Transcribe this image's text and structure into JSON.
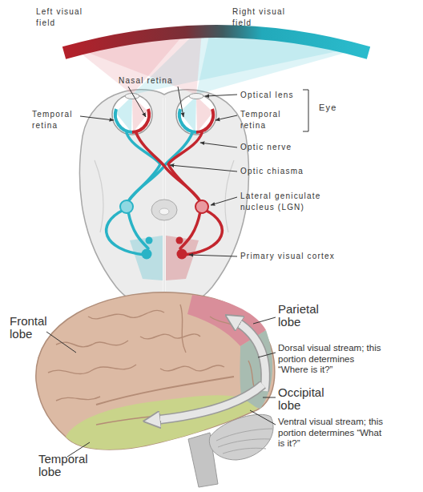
{
  "diagram": {
    "labels": [
      "Left visual field",
      "Right visual field",
      "Nasal retina",
      "Optical lens",
      "Temporal retina",
      "Temporal retina",
      "Eye",
      "Optic nerve",
      "Optic chiasma",
      "Lateral geniculate nucleus (LGN)",
      "Primary visual cortex",
      "Parietal lobe",
      "Frontal lobe",
      "Dorsal visual stream; this portion determines “Where is it?”",
      "Occipital lobe",
      "Ventral visual stream; this portion determines “What is it?”",
      "Temporal lobe"
    ]
  }
}
